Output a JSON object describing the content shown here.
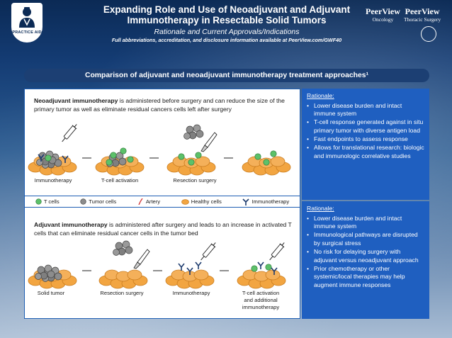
{
  "header": {
    "badge_label": "PRACTICE AID",
    "title_line1": "Expanding Role and Use of Neoadjuvant and Adjuvant",
    "title_line2": "Immunotherapy in Resectable Solid Tumors",
    "subtitle": "Rationale and Current Approvals/Indications",
    "note": "Full abbreviations, accreditation, and disclosure information available at PeerView.com/GWF40",
    "logo1_main": "PeerView",
    "logo1_sub": "Oncology",
    "logo2_main": "PeerView",
    "logo2_sub": "Thoracic Surgery"
  },
  "banner": "Comparison of adjuvant and neoadjuvant immunotherapy treatment approaches¹",
  "neoadjuvant": {
    "term": "Neoadjuvant immunotherapy",
    "description": " is administered before surgery and can reduce the size of the primary tumor as well as eliminate residual cancers cells left after surgery",
    "stages": [
      "Immunotherapy",
      "T-cell activation",
      "Resection surgery"
    ],
    "rationale_head": "Rationale:",
    "rationale": [
      "Lower disease burden and intact immune system",
      "T-cell response generated against in situ primary tumor with diverse antigen load",
      "Fast endpoints to assess response",
      "Allows for translational research: biologic and immunologic correlative studies"
    ]
  },
  "legend": [
    "T cells",
    "Tumor cells",
    "Artery",
    "Healthy cells",
    "Immunotherapy"
  ],
  "adjuvant": {
    "term": "Adjuvant immunotherapy",
    "description": " is administered after surgery and leads to an increase in activated T cells that can eliminate residual cancer cells in the tumor bed",
    "stages": [
      "Solid tumor",
      "Resection surgery",
      "Immunotherapy"
    ],
    "stage4_line1": "T-cell activation",
    "stage4_line2": "and additional",
    "stage4_line3": "immunotherapy",
    "rationale_head": "Rationale:",
    "rationale": [
      "Lower disease burden and intact immune system",
      "Immunological pathways are disrupted by surgical stress",
      "No risk for delaying surgery with adjuvant versus neoadjuvant approach",
      "Prior chemotherapy or other systemic/local therapies may help augment immune responses"
    ]
  },
  "colors": {
    "banner": "#1c3f73",
    "rationale_bg": "#1f5fc0",
    "healthy": "#f2a541",
    "tumor": "#8c8c8c",
    "tcell": "#5cc16a",
    "immuno": "#1d3b6e"
  }
}
